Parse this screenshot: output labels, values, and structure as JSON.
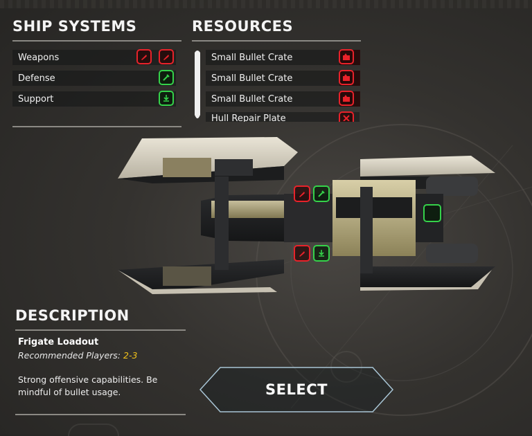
{
  "ship_systems": {
    "title": "SHIP SYSTEMS",
    "items": [
      {
        "label": "Weapons",
        "icons": [
          "weapon-icon",
          "weapon-icon"
        ]
      },
      {
        "label": "Defense",
        "icons": [
          "wrench-icon"
        ]
      },
      {
        "label": "Support",
        "icons": [
          "support-icon"
        ]
      }
    ]
  },
  "resources": {
    "title": "RESOURCES",
    "items": [
      {
        "label": "Small Bullet Crate",
        "icon": "bullet-crate-icon"
      },
      {
        "label": "Small Bullet Crate",
        "icon": "bullet-crate-icon"
      },
      {
        "label": "Small Bullet Crate",
        "icon": "bullet-crate-icon"
      },
      {
        "label": "Hull Repair Plate",
        "icon": "repair-plate-icon"
      }
    ]
  },
  "description": {
    "title": "DESCRIPTION",
    "loadout": "Frigate Loadout",
    "recommended_label": "Recommended Players: ",
    "recommended_value": "2-3",
    "body": "Strong offensive capabilities. Be mindful of bullet usage."
  },
  "select_label": "SELECT",
  "colors": {
    "weapon_red": "#e8222a",
    "system_green": "#35d24a",
    "highlight_yellow": "#f2c21a"
  }
}
